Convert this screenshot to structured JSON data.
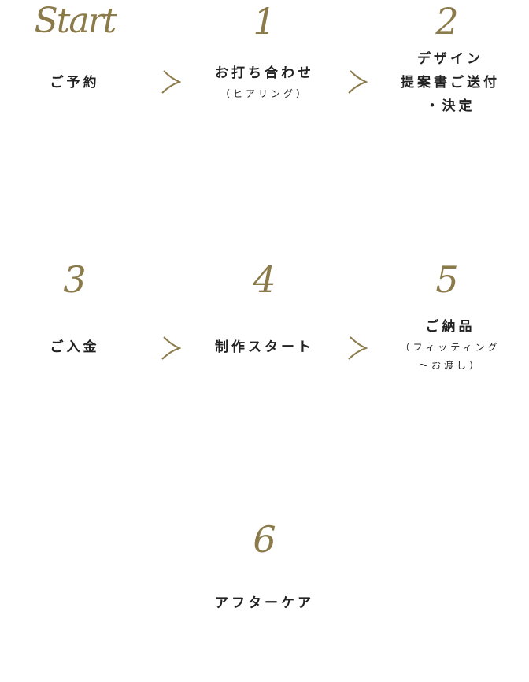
{
  "steps": [
    {
      "num": "Start",
      "title": [
        "ご予約"
      ],
      "sub": []
    },
    {
      "num": "1",
      "title": [
        "お打ち合わせ"
      ],
      "sub": [
        "（ヒアリング）"
      ]
    },
    {
      "num": "2",
      "title": [
        "デザイン",
        "提案書ご送付",
        "・決定"
      ],
      "sub": []
    },
    {
      "num": "3",
      "title": [
        "ご入金"
      ],
      "sub": []
    },
    {
      "num": "4",
      "title": [
        "制作スタート"
      ],
      "sub": []
    },
    {
      "num": "5",
      "title": [
        "ご納品"
      ],
      "sub": [
        "（フィッティング",
        "～お渡し）"
      ]
    },
    {
      "num": "6",
      "title": [
        "アフターケア"
      ],
      "sub": []
    }
  ],
  "colors": {
    "accent": "#8b7b4b",
    "text": "#222222"
  }
}
